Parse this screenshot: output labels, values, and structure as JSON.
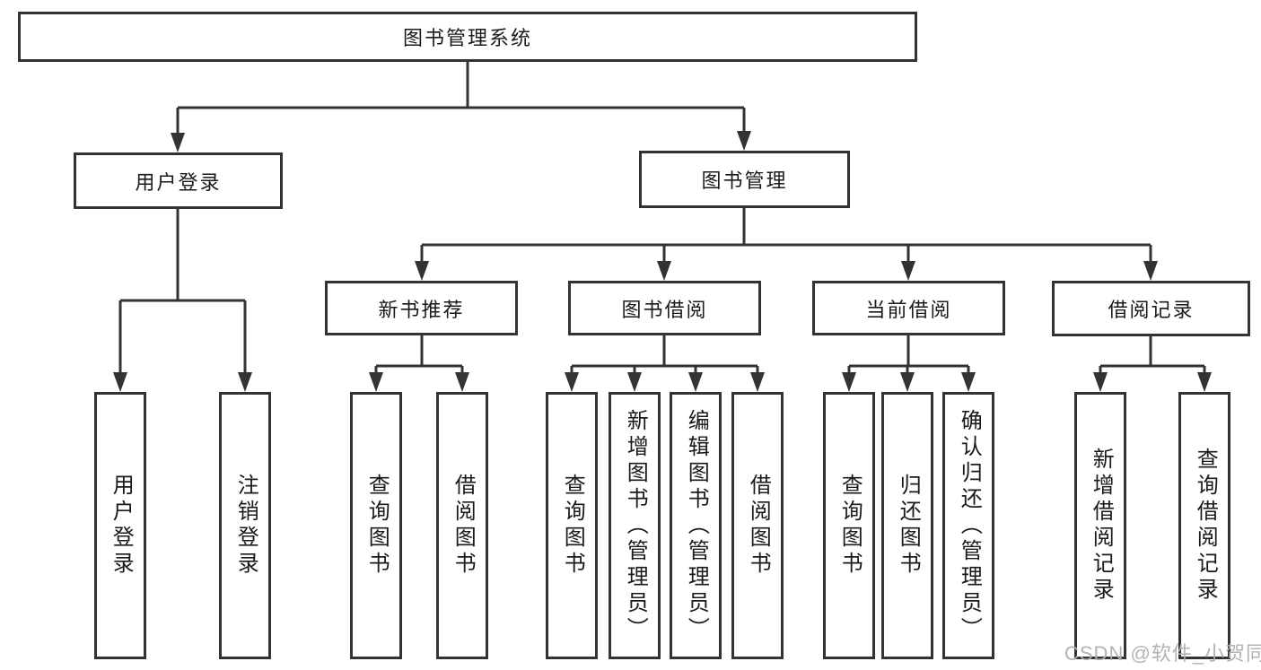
{
  "tree": {
    "root_label": "图书管理系统",
    "branches": [
      {
        "label": "用户登录",
        "children": [
          "用户登录",
          "注销登录"
        ]
      },
      {
        "label": "图书管理",
        "sections": [
          {
            "label": "新书推荐",
            "children": [
              "查询图书",
              "借阅图书"
            ]
          },
          {
            "label": "图书借阅",
            "children": [
              "查询图书",
              "新增图书（管理员）",
              "编辑图书（管理员）",
              "借阅图书"
            ]
          },
          {
            "label": "当前借阅",
            "children": [
              "查询图书",
              "归还图书",
              "确认归还（管理员）"
            ]
          },
          {
            "label": "借阅记录",
            "children": [
              "新增借阅记录",
              "查询借阅记录"
            ]
          }
        ]
      }
    ]
  },
  "watermark": {
    "text": "CSDN @软件_小贺同学"
  },
  "colors": {
    "line": "#333333",
    "box_border": "#333333",
    "text": "#1a1a1a",
    "watermark": "#afafaf",
    "background": "#ffffff"
  }
}
